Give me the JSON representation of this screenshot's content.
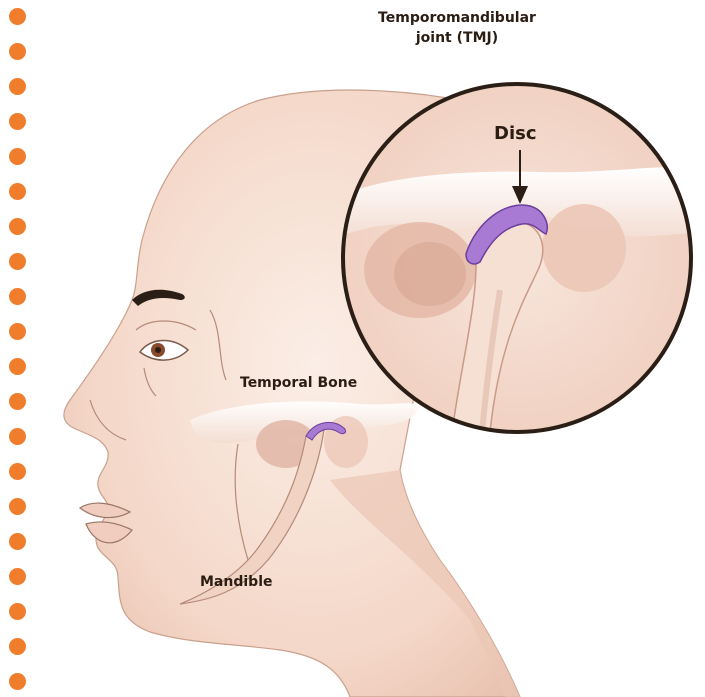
{
  "labels": {
    "tmj_line1": "Temporomandibular",
    "tmj_line2": "joint (TMJ)",
    "disc": "Disc",
    "temporal_bone": "Temporal Bone",
    "mandible": "Mandible"
  },
  "colors": {
    "dot": "#f07d2c",
    "skin": "#f6ddd0",
    "skin_shadow": "#e7bfae",
    "outline": "#8a6656",
    "disc": "#a97ad4",
    "ring": "#2a1e16",
    "text": "#2b1d14"
  },
  "dot_count": 20
}
